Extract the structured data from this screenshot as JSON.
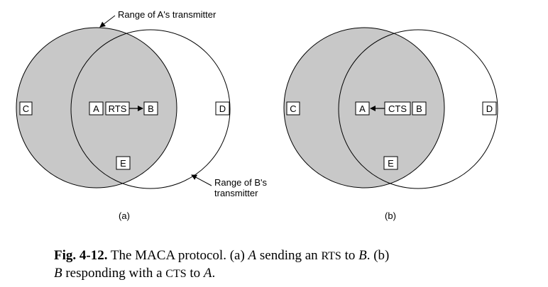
{
  "annotations": {
    "range_a": "Range of A's transmitter",
    "range_b_line1": "Range of B's",
    "range_b_line2": "transmitter"
  },
  "panel_a": {
    "sublabel": "(a)",
    "nodes": {
      "c": "C",
      "a": "A",
      "message": "RTS",
      "b": "B",
      "d": "D",
      "e": "E"
    }
  },
  "panel_b": {
    "sublabel": "(b)",
    "nodes": {
      "c": "C",
      "a": "A",
      "message": "CTS",
      "b": "B",
      "d": "D",
      "e": "E"
    }
  },
  "caption": {
    "fig_label": "Fig. 4-12.",
    "text_1": " The MACA protocol. (a) ",
    "italic_a1": "A",
    "text_2": " sending an ",
    "sc_rts": "RTS",
    "text_3": " to ",
    "italic_b1": "B",
    "text_4": ".  (b) ",
    "italic_b2": "B",
    "text_5": " responding with a ",
    "sc_cts": "CTS",
    "text_6": " to ",
    "italic_a2": "A",
    "text_7": "."
  },
  "colors": {
    "shaded_range": "#c8c8c8",
    "stroke": "#000000",
    "background": "#ffffff"
  }
}
